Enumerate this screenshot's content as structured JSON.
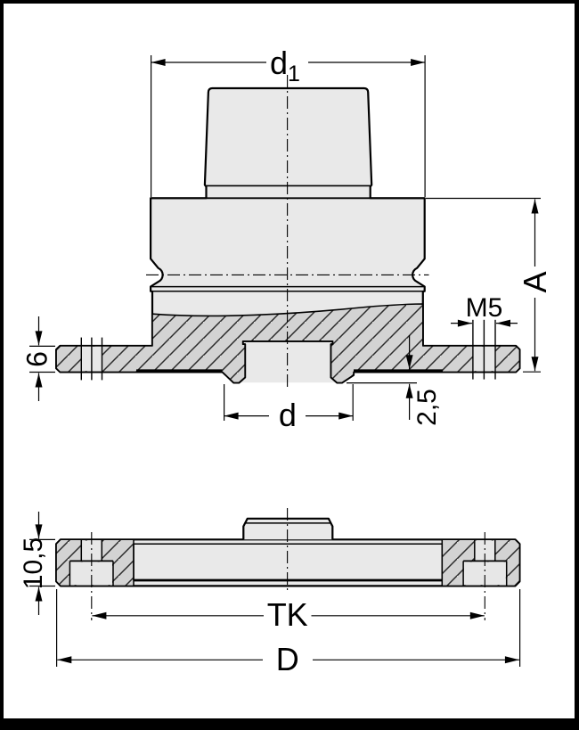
{
  "drawing": {
    "type": "technical-section-drawing",
    "upper_view": {
      "dimensions": {
        "d1_main": "d",
        "d1_sub": "1",
        "height_a": "A",
        "thread": "M5",
        "flange_thickness": "6",
        "bore_d": "d",
        "spigot_step": "2,5"
      }
    },
    "lower_view": {
      "dimensions": {
        "plate_thickness": "10,5",
        "bolt_circle": "TK",
        "outer_diameter": "D"
      }
    },
    "colors": {
      "background": "#ffffff",
      "frame": "#000000",
      "line": "#000000",
      "part_fill": "#e9e9e9",
      "section_fill": "#d3d3d3"
    }
  }
}
